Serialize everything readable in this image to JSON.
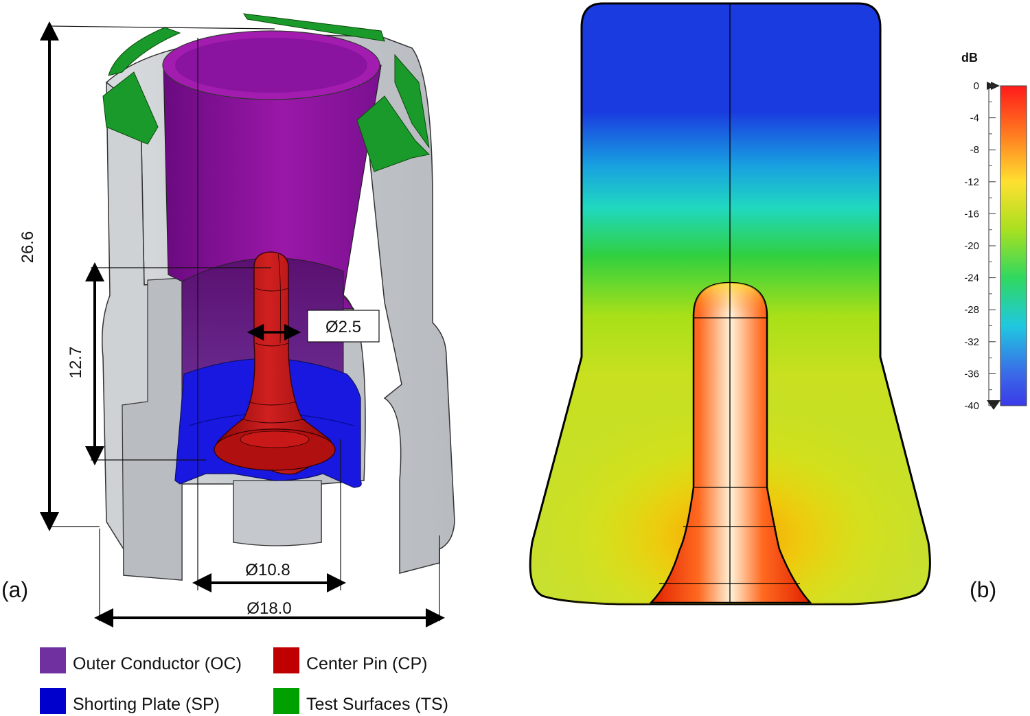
{
  "panel_a": {
    "label": "(a)",
    "dimensions": {
      "height_total": "26.6",
      "height_pin": "12.7",
      "pin_diameter": "Ø2.5",
      "inner_diameter": "Ø10.8",
      "outer_diameter": "Ø18.0"
    }
  },
  "panel_b": {
    "label": "(b)"
  },
  "colorbar": {
    "unit": "dB",
    "ticks": [
      "0",
      "-4",
      "-8",
      "-12",
      "-16",
      "-20",
      "-24",
      "-28",
      "-32",
      "-36",
      "-40"
    ]
  },
  "legend": [
    {
      "label": "Outer Conductor (OC)",
      "color": "#7030a0"
    },
    {
      "label": "Center Pin (CP)",
      "color": "#c00000"
    },
    {
      "label": "Shorting Plate (SP)",
      "color": "#0000cc"
    },
    {
      "label": "Test Surfaces (TS)",
      "color": "#00a000"
    }
  ],
  "colors": {
    "body_grey": "#c8ccd0",
    "oc_purple": "#8a1aa0",
    "cp_red": "#c01010",
    "sp_blue": "#1a1ae0",
    "ts_green": "#1a9a2a"
  }
}
